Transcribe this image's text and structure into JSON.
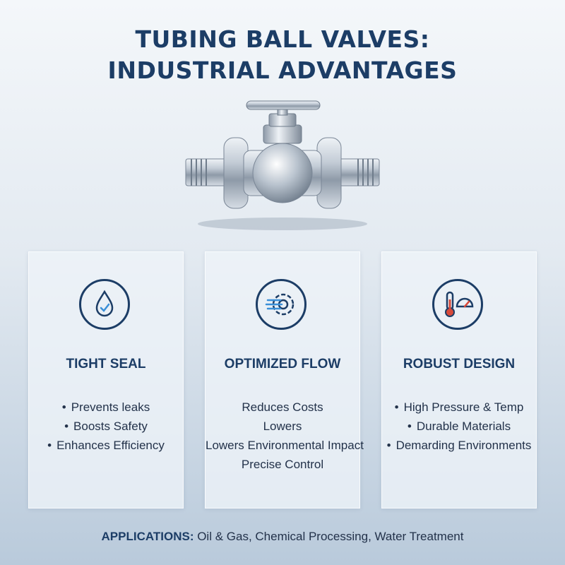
{
  "title": {
    "line1": "TUBING BALL VALVES:",
    "line2": "INDUSTRIAL ADVANTAGES"
  },
  "cards": [
    {
      "title": "TIGHT SEAL",
      "icon": "water-drop-check-icon",
      "items": [
        "Prevents leaks",
        "Boosts Safety",
        "Enhances Efficiency"
      ]
    },
    {
      "title": "OPTIMIZED FLOW",
      "icon": "gear-flow-icon",
      "items": [
        "Reduces Costs",
        "Lowers",
        "Lowers Environmental Impact",
        "Precise Control"
      ]
    },
    {
      "title": "ROBUST DESIGN",
      "icon": "thermometer-gauge-icon",
      "items": [
        "High Pressure & Temp",
        "Durable Materials",
        "Demarding Environments"
      ]
    }
  ],
  "footer": {
    "label": "APPLICATIONS:",
    "text": " Oil & Gas, Chemical Processing, Water Treatment"
  },
  "colors": {
    "accent": "#1c3d66",
    "text": "#23324a"
  }
}
